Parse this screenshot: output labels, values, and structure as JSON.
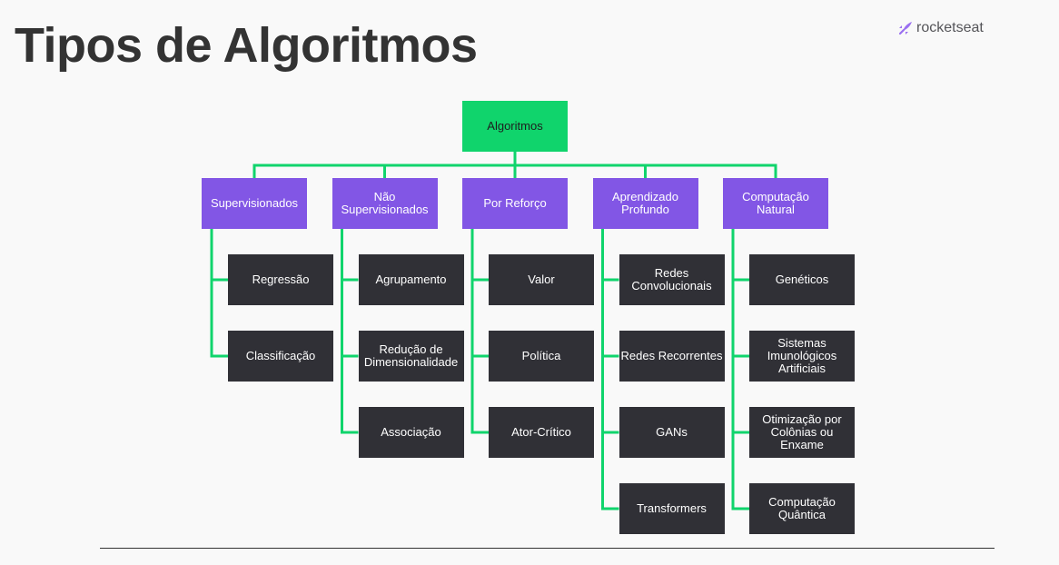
{
  "title": "Tipos de Algoritmos",
  "brand": {
    "name": "rocketseat",
    "icon": "rocket-icon"
  },
  "colors": {
    "root": "#10d46c",
    "category": "#8256e5",
    "leaf": "#303036",
    "connector": "#10d46c",
    "title": "#333333"
  },
  "diagram": {
    "root": "Algoritmos",
    "categories": [
      {
        "label": "Supervisionados",
        "children": [
          "Regressão",
          "Classificação"
        ]
      },
      {
        "label": "Não Supervisionados",
        "children": [
          "Agrupamento",
          "Redução de Dimensionalidade",
          "Associação"
        ]
      },
      {
        "label": "Por Reforço",
        "children": [
          "Valor",
          "Política",
          "Ator-Crítico"
        ]
      },
      {
        "label": "Aprendizado Profundo",
        "children": [
          "Redes Convolucionais",
          "Redes Recorrentes",
          "GANs",
          "Transformers"
        ]
      },
      {
        "label": "Computação Natural",
        "children": [
          "Genéticos",
          "Sistemas Imunológicos Artificiais",
          "Otimização por Colônias ou Enxame",
          "Computação Quântica"
        ]
      }
    ]
  }
}
